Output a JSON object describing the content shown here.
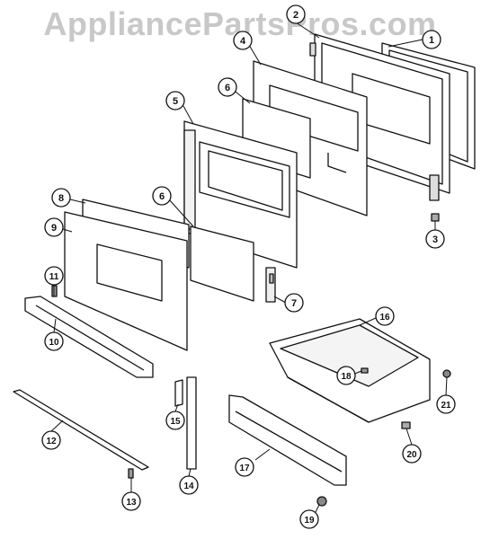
{
  "watermark": "AppliancePartsPros.com",
  "callouts": [
    {
      "id": "callout-1",
      "label": "1"
    },
    {
      "id": "callout-2",
      "label": "2"
    },
    {
      "id": "callout-3",
      "label": "3"
    },
    {
      "id": "callout-4",
      "label": "4"
    },
    {
      "id": "callout-5",
      "label": "5"
    },
    {
      "id": "callout-6a",
      "label": "6"
    },
    {
      "id": "callout-6b",
      "label": "6"
    },
    {
      "id": "callout-7",
      "label": "7"
    },
    {
      "id": "callout-8",
      "label": "8"
    },
    {
      "id": "callout-9",
      "label": "9"
    },
    {
      "id": "callout-10",
      "label": "10"
    },
    {
      "id": "callout-11",
      "label": "11"
    },
    {
      "id": "callout-12",
      "label": "12"
    },
    {
      "id": "callout-13",
      "label": "13"
    },
    {
      "id": "callout-14",
      "label": "14"
    },
    {
      "id": "callout-15",
      "label": "15"
    },
    {
      "id": "callout-16",
      "label": "16"
    },
    {
      "id": "callout-17",
      "label": "17"
    },
    {
      "id": "callout-18",
      "label": "18"
    },
    {
      "id": "callout-19",
      "label": "19"
    },
    {
      "id": "callout-20",
      "label": "20"
    },
    {
      "id": "callout-21",
      "label": "21"
    }
  ]
}
